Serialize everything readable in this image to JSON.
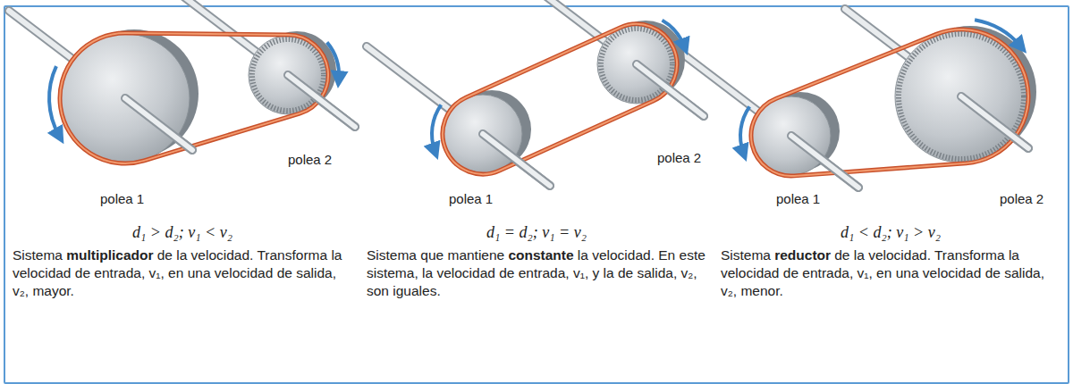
{
  "diagram": {
    "labels": [
      "polea 1",
      "polea 2",
      "d₁ > d₂; v₁ < v₂",
      "Sistema",
      "multiplicador",
      "de la velocidad. Transforma la velocidad de entrada, v₁, en una velocidad de salida, v₂, mayor.",
      "polea 1",
      "polea 2",
      "d₁ = d₂; v₁ = v₂",
      "Sistema que mantiene",
      "constante",
      "la velocidad. En este sistema, la velocidad de entrada, v₁, y la de salida, v₂, son iguales.",
      "polea 1",
      "polea 2",
      "d₁ < d₂; v₁ > v₂",
      "Sistema",
      "reductor",
      "de la velocidad. Transforma la velocidad de entrada, v₁, en una velocidad de salida, v₂, menor."
    ]
  }
}
